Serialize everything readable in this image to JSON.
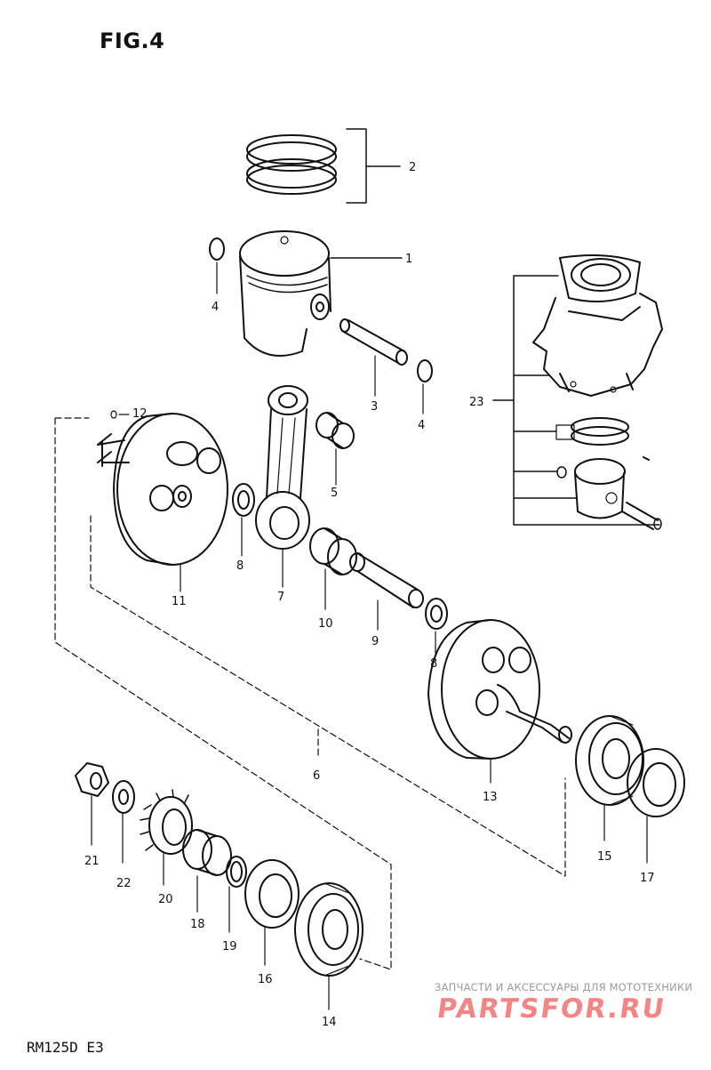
{
  "figure": {
    "title": "FIG.4",
    "model": "RM125D E3"
  },
  "watermark": {
    "tagline": "ЗАПЧАСТИ И АКСЕССУАРЫ ДЛЯ МОТОТЕХНИКИ",
    "brand": "PARTSFOR.RU",
    "brand_color": "#f25c5c"
  },
  "callouts": {
    "c1": "1",
    "c2": "2",
    "c3": "3",
    "c4a": "4",
    "c4b": "4",
    "c5": "5",
    "c6": "6",
    "c7": "7",
    "c8a": "8",
    "c8b": "8",
    "c9": "9",
    "c10": "10",
    "c11": "11",
    "c12": "12",
    "c13": "13",
    "c14": "14",
    "c15": "15",
    "c16": "16",
    "c17": "17",
    "c18": "18",
    "c19": "19",
    "c20": "20",
    "c21": "21",
    "c22": "22",
    "c23": "23"
  }
}
